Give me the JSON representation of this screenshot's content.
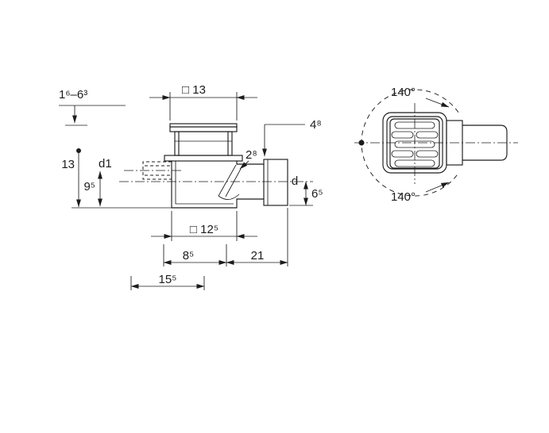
{
  "colors": {
    "ink": "#1c1c1c",
    "background": "#ffffff"
  },
  "side_view": {
    "labels": {
      "height_range": "1⁶–6³",
      "grate_width": "□ 13",
      "socket_depth": "4⁸",
      "flange_offset": "2⁸",
      "height_total": "13",
      "inlet_diameter": "d1",
      "inlet_depth": "9⁵",
      "outlet_diameter": "d",
      "outlet_drop": "6⁵",
      "body_width": "□ 12⁵",
      "offset_left": "8⁵",
      "outlet_length": "21",
      "offset_total": "15⁵"
    }
  },
  "top_view": {
    "labels": {
      "swivel_angle_top": "140°",
      "swivel_angle_bottom": "140°"
    }
  }
}
